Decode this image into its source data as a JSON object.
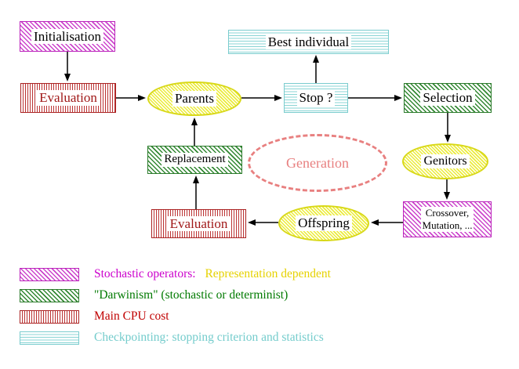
{
  "nodes": {
    "initialisation": {
      "label": "Initialisation"
    },
    "evaluation_top": {
      "label": "Evaluation"
    },
    "parents": {
      "label": "Parents"
    },
    "best_individual": {
      "label": "Best individual"
    },
    "stop": {
      "label": "Stop ?"
    },
    "selection": {
      "label": "Selection"
    },
    "replacement": {
      "label": "Replacement"
    },
    "generation": {
      "label": "Generation"
    },
    "genitors": {
      "label": "Genitors"
    },
    "crossover_mutation": {
      "line1": "Crossover,",
      "line2": "Mutation, ..."
    },
    "offspring": {
      "label": "Offspring"
    },
    "evaluation_bottom": {
      "label": "Evaluation"
    }
  },
  "legend": {
    "stochastic": {
      "label": "Stochastic operators:",
      "suffix": "Representation dependent"
    },
    "darwinism": {
      "label": "\"Darwinism\" (stochastic or determinist)"
    },
    "cpu": {
      "label": "Main CPU cost"
    },
    "checkpointing": {
      "label": "Checkpointing: stopping criterion and statistics"
    }
  },
  "colors": {
    "stochastic_magenta": "#cc00cc",
    "representation_yellow": "#e6d200",
    "darwinism_green": "#007a00",
    "cpu_red": "#c00000",
    "checkpoint_cyan": "#74cccc",
    "generation_salmon": "#e88080",
    "operator_yellow_fill": "#ebeb3c",
    "arrow_black": "#000000"
  }
}
